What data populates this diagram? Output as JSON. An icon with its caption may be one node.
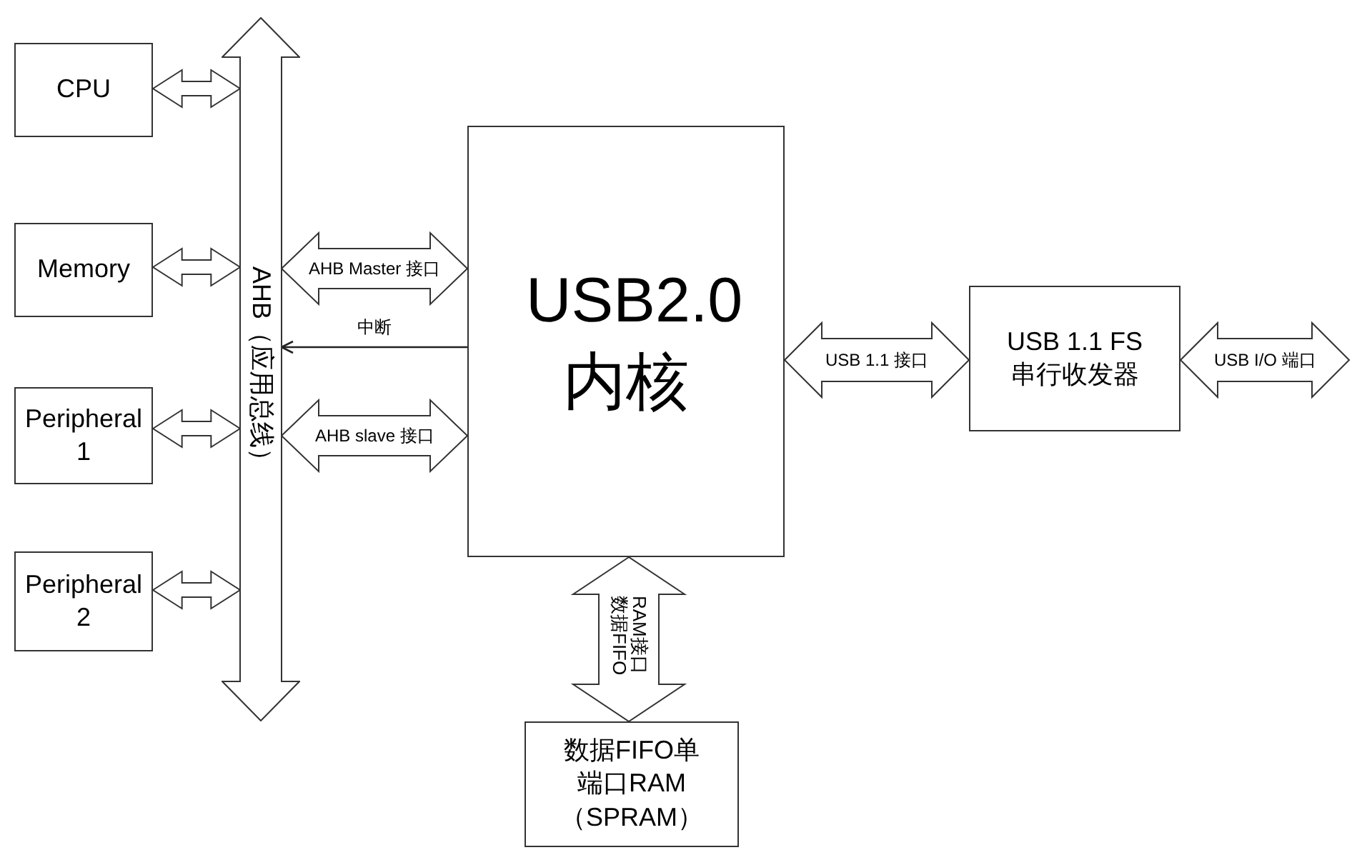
{
  "diagram": {
    "nodes": [
      {
        "text": [
          "CPU"
        ]
      },
      {
        "text": [
          "Memory"
        ]
      },
      {
        "text": [
          "Peripheral 1"
        ]
      },
      {
        "text": [
          "Peripheral 2"
        ]
      },
      {
        "text": [
          "AHB（应用总线）"
        ]
      },
      {
        "text": [
          "USB2.0 内核"
        ]
      },
      {
        "text": [
          "USB 1.1 FS 串行收发器"
        ]
      },
      {
        "text": [
          "数据FIFO单端口RAM（SPRAM）"
        ]
      }
    ],
    "edges": [
      {
        "from": 0,
        "to": 4,
        "arrow": "both"
      },
      {
        "from": 1,
        "to": 4,
        "arrow": "both"
      },
      {
        "from": 2,
        "to": 4,
        "arrow": "both"
      },
      {
        "from": 3,
        "to": 4,
        "arrow": "both"
      },
      {
        "from": 4,
        "to": 5,
        "arrow": "both",
        "label": "AHB Master 接口"
      },
      {
        "from": 5,
        "to": 4,
        "arrow": "to",
        "label": "中断"
      },
      {
        "from": 4,
        "to": 5,
        "arrow": "both",
        "label": "AHB slave 接口"
      },
      {
        "from": 5,
        "to": 6,
        "arrow": "both",
        "label": "USB 1.1 接口"
      },
      {
        "from": 6,
        "to": null,
        "arrow": "both",
        "label": "USB I/O 端口"
      },
      {
        "from": 5,
        "to": 7,
        "arrow": "both",
        "label": "RAM接口数据FIFO"
      }
    ]
  }
}
